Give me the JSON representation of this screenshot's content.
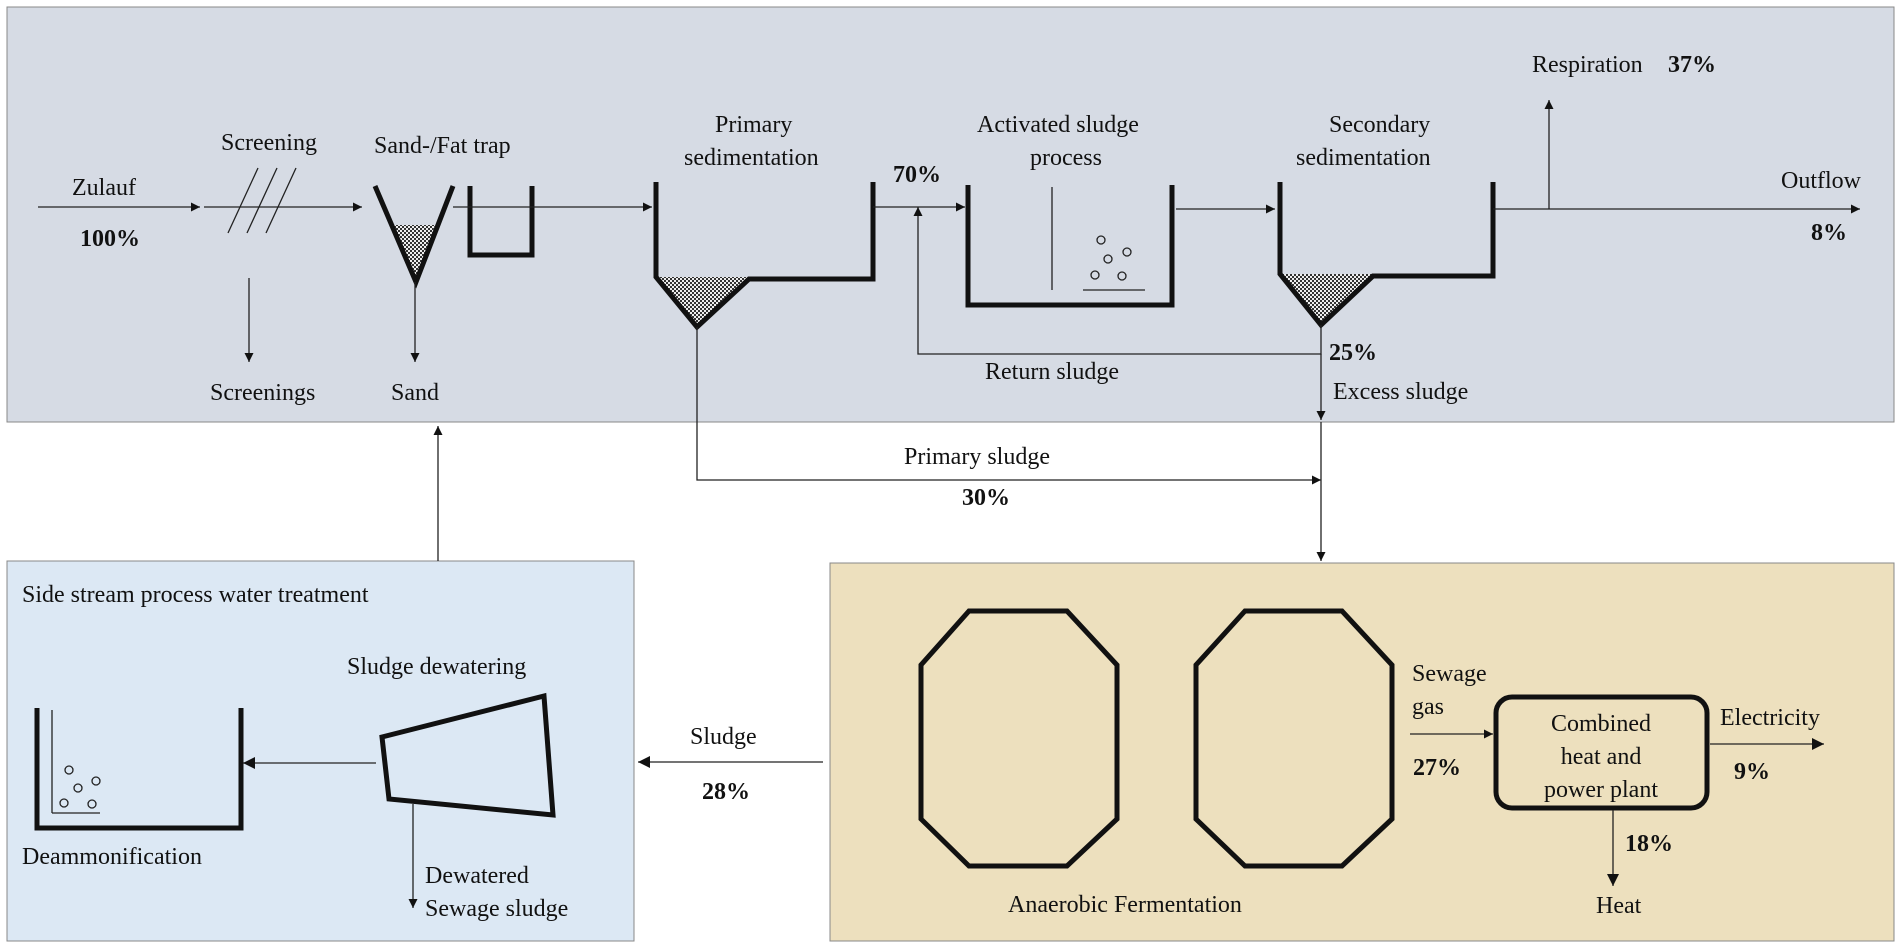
{
  "colors": {
    "treatment_panel": "#d6dbe4",
    "side_stream_panel": "#dce8f4",
    "fermentation_panel": "#ede0be",
    "ink": "#111111"
  },
  "treatment": {
    "inflow": {
      "label": "Zulauf",
      "pct": "100%"
    },
    "screening": {
      "label": "Screening",
      "output": "Screenings"
    },
    "sand_trap": {
      "label": "Sand-/Fat trap",
      "output": "Sand"
    },
    "primary_sedimentation": {
      "line1": "Primary",
      "line2": "sedimentation"
    },
    "primary_to_activated_pct": "70%",
    "activated_sludge": {
      "line1": "Activated sludge",
      "line2": "process"
    },
    "secondary_sedimentation": {
      "line1": "Secondary",
      "line2": "sedimentation"
    },
    "respiration": {
      "label": "Respiration",
      "pct": "37%"
    },
    "outflow": {
      "label": "Outflow",
      "pct": "8%"
    },
    "return_sludge": "Return sludge",
    "excess_sludge": {
      "label": "Excess sludge",
      "pct": "25%"
    }
  },
  "primary_sludge": {
    "label": "Primary sludge",
    "pct": "30%"
  },
  "side_stream": {
    "title": "Side stream process water treatment",
    "sludge_dewatering": "Sludge dewatering",
    "dewatered_line1": "Dewatered",
    "dewatered_line2": "Sewage sludge",
    "deammonification": "Deammonification"
  },
  "sludge_flow": {
    "label": "Sludge",
    "pct": "28%"
  },
  "fermentation": {
    "title": "Anaerobic Fermentation",
    "sewage_gas_line1": "Sewage",
    "sewage_gas_line2": "gas",
    "sewage_gas_pct": "27%",
    "chp_line1": "Combined",
    "chp_line2": "heat and",
    "chp_line3": "power plant",
    "electricity": {
      "label": "Electricity",
      "pct": "9%"
    },
    "heat": {
      "label": "Heat",
      "pct": "18%"
    }
  }
}
